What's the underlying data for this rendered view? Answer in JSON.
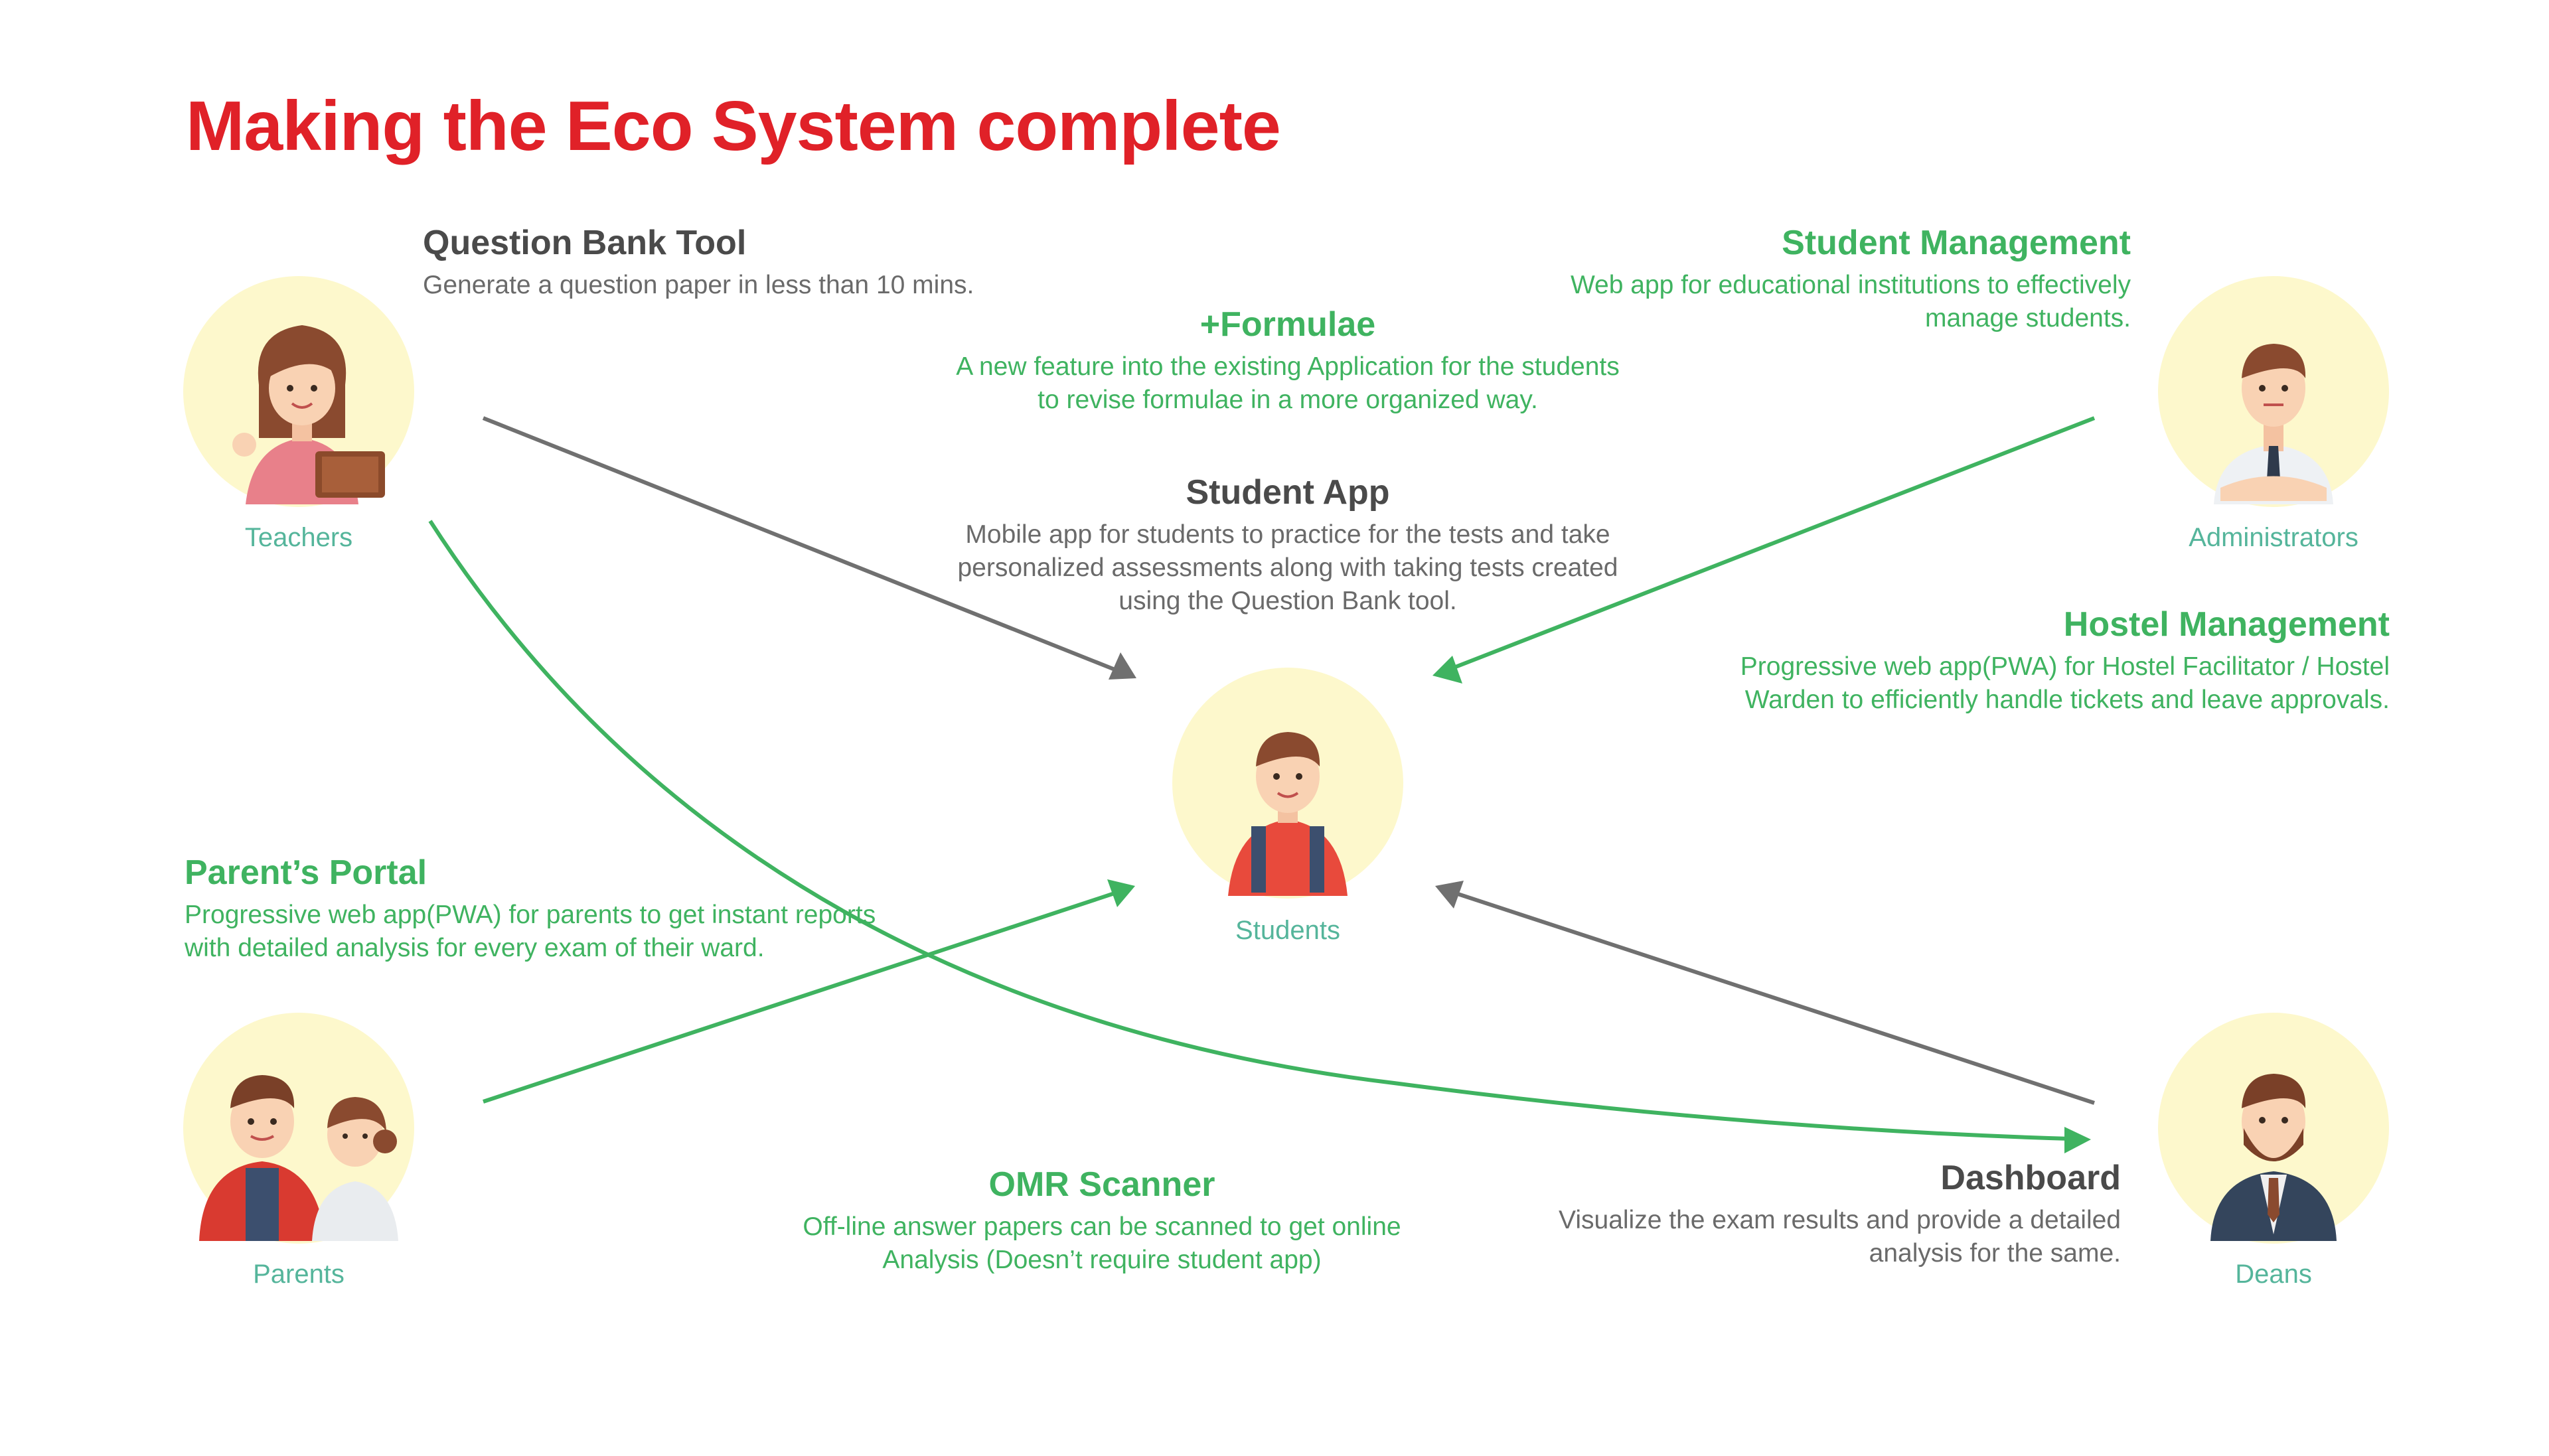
{
  "title": "Making the Eco System complete",
  "people": {
    "teachers": "Teachers",
    "administrators": "Administrators",
    "students": "Students",
    "parents": "Parents",
    "deans": "Deans"
  },
  "products": {
    "question_bank": {
      "heading": "Question Bank Tool",
      "desc": "Generate a question paper in less than 10 mins."
    },
    "formulae": {
      "heading": "+Formulae",
      "desc": "A new feature into the existing Application for the students to revise formulae in a more organized way."
    },
    "student_management": {
      "heading": "Student Management",
      "desc": "Web app for educational institutions to effectively manage students."
    },
    "student_app": {
      "heading": "Student App",
      "desc": "Mobile app for students to practice for the tests and take personalized assessments along with taking tests created using the Question Bank tool."
    },
    "hostel_management": {
      "heading": "Hostel Management",
      "desc": "Progressive web app(PWA) for Hostel Facilitator / Hostel Warden to efficiently handle tickets and leave approvals."
    },
    "parents_portal": {
      "heading": "Parent’s Portal",
      "desc": "Progressive web app(PWA) for parents to get instant reports with detailed analysis for every exam of their ward."
    },
    "omr_scanner": {
      "heading": "OMR Scanner",
      "desc": "Off-line answer papers can be scanned to get online Analysis (Doesn’t require student app)"
    },
    "dashboard": {
      "heading": "Dashboard",
      "desc": "Visualize the exam results and provide a detailed analysis for the same."
    }
  },
  "connections": [
    {
      "from": "Teachers",
      "to": "Students"
    },
    {
      "from": "Administrators",
      "to": "Students"
    },
    {
      "from": "Parents",
      "to": "Students"
    },
    {
      "from": "Deans",
      "to": "Students"
    },
    {
      "from": "Teachers",
      "to": "Deans"
    }
  ],
  "colors": {
    "title": "#e02128",
    "green": "#3fb360",
    "gray_arrow": "#707070",
    "dark_text": "#4a4a4a",
    "label_teal": "#55b59b",
    "avatar_bg": "#fdf8cc"
  }
}
